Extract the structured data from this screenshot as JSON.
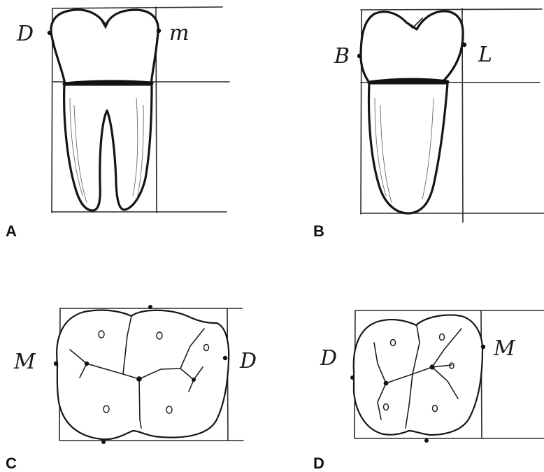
{
  "panels": [
    {
      "id": "A",
      "label": "A",
      "left_mark": "D",
      "right_mark": "m"
    },
    {
      "id": "B",
      "label": "B",
      "left_mark": "B",
      "right_mark": "L"
    },
    {
      "id": "C",
      "label": "C",
      "left_mark": "M",
      "right_mark": "D"
    },
    {
      "id": "D",
      "label": "D",
      "left_mark": "D",
      "right_mark": "M"
    }
  ],
  "colors": {
    "ink": "#151515",
    "paper": "#ffffff"
  }
}
